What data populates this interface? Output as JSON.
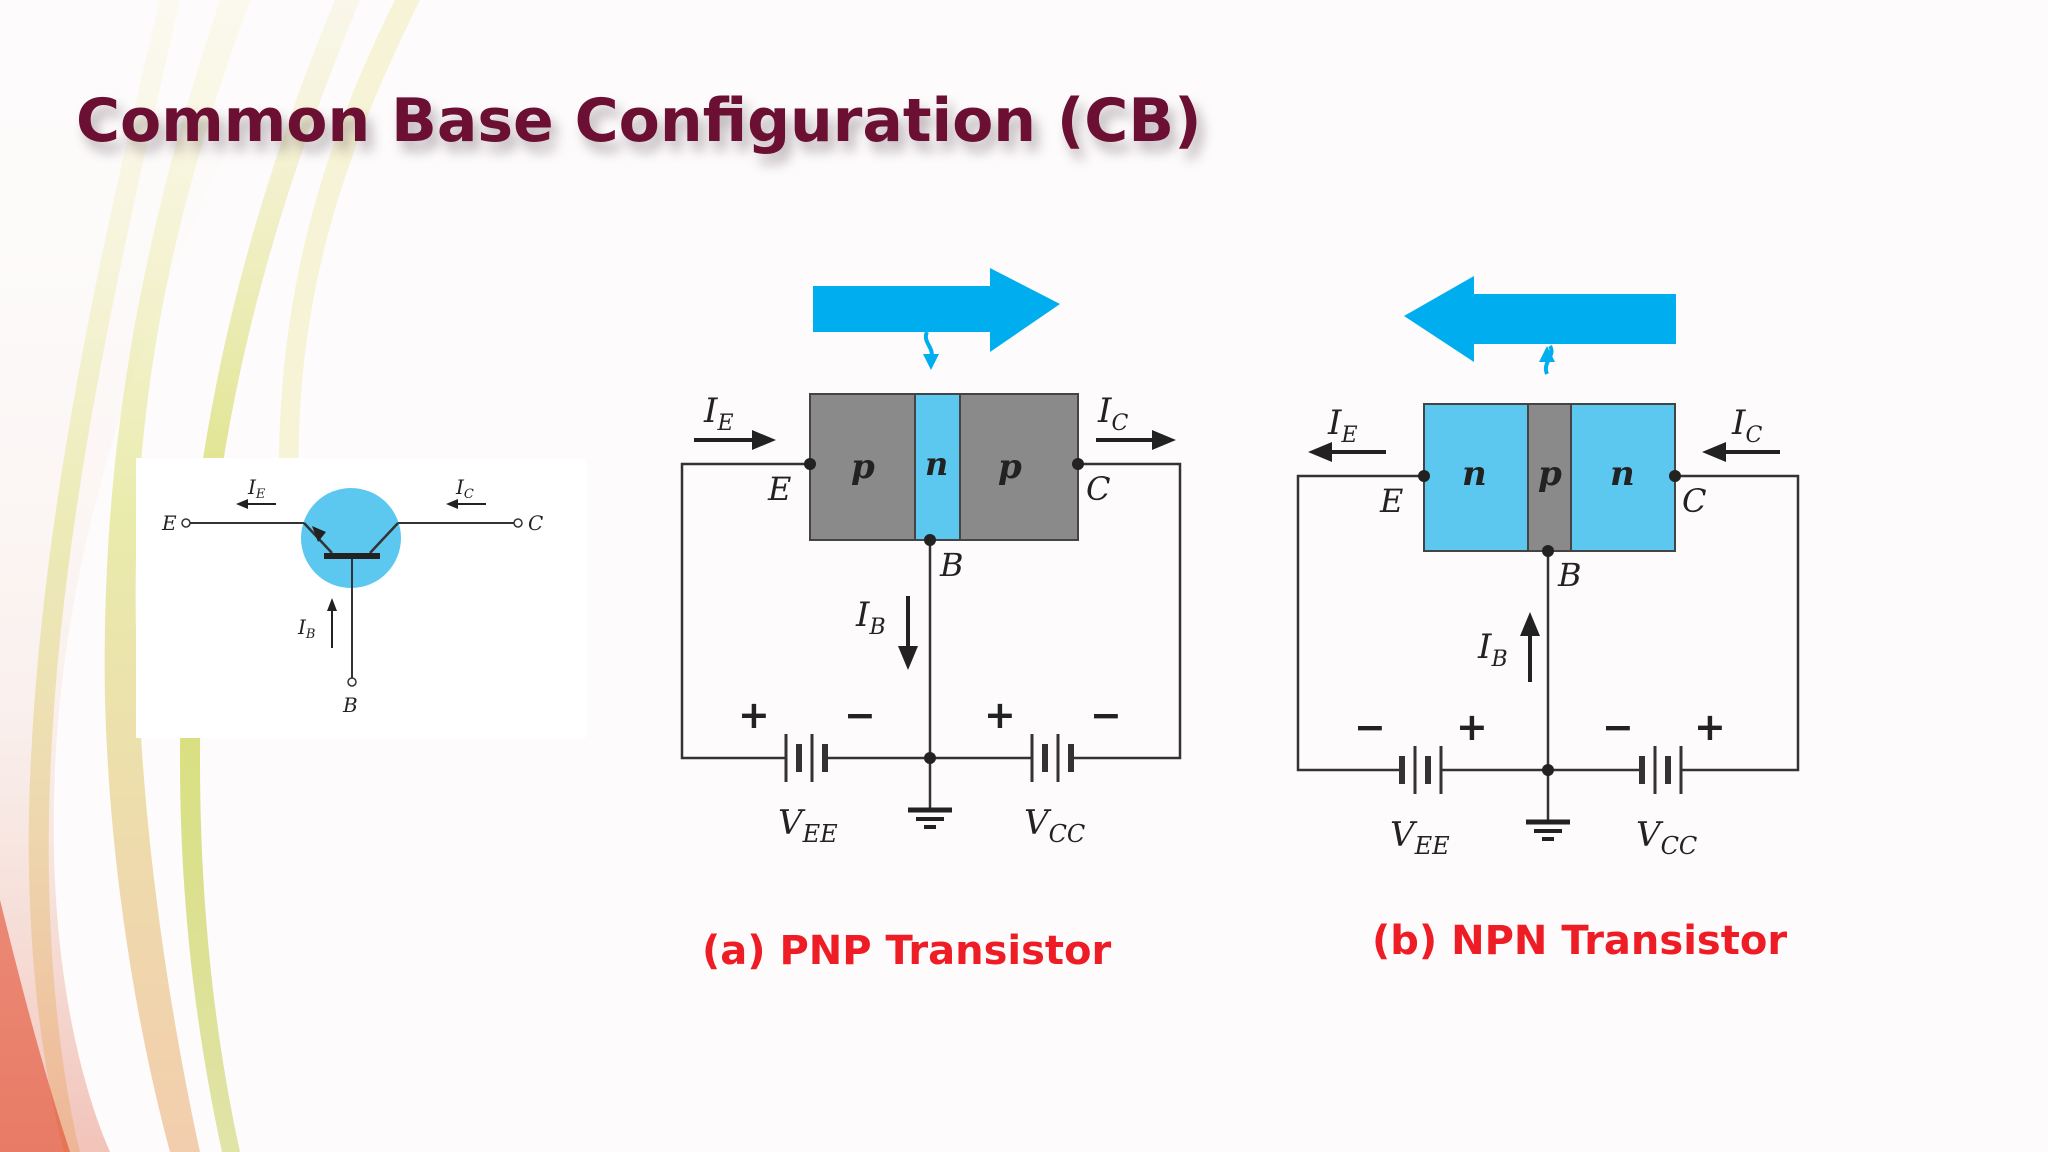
{
  "slide": {
    "title": "Common Base Configuration (CB)"
  },
  "symbol": {
    "emitter": "E",
    "collector": "C",
    "base": "B",
    "ie_main": "I",
    "ie_sub": "E",
    "ic_main": "I",
    "ic_sub": "C",
    "ib_main": "I",
    "ib_sub": "B"
  },
  "pnp": {
    "caption": "(a) PNP Transistor",
    "regions": [
      "p",
      "n",
      "p"
    ],
    "emitter": "E",
    "collector": "C",
    "base": "B",
    "current_main": "I",
    "ie_sub": "E",
    "ic_sub": "C",
    "ib_sub": "B",
    "vee_main": "V",
    "vee_sub": "EE",
    "vcc_main": "V",
    "vcc_sub": "CC",
    "plus": "+",
    "minus": "−"
  },
  "npn": {
    "caption": "(b) NPN Transistor",
    "regions": [
      "n",
      "p",
      "n"
    ],
    "emitter": "E",
    "collector": "C",
    "base": "B",
    "current_main": "I",
    "ie_sub": "E",
    "ic_sub": "C",
    "ib_sub": "B",
    "vee_main": "V",
    "vee_sub": "EE",
    "vcc_main": "V",
    "vcc_sub": "CC",
    "plus": "+",
    "minus": "−"
  },
  "colors": {
    "title": "#6b0f33",
    "caption": "#ee1c24",
    "blue": "#00aeef",
    "light_blue": "#5cc8f0",
    "gray": "#8a8a8a",
    "wire": "#333333"
  }
}
